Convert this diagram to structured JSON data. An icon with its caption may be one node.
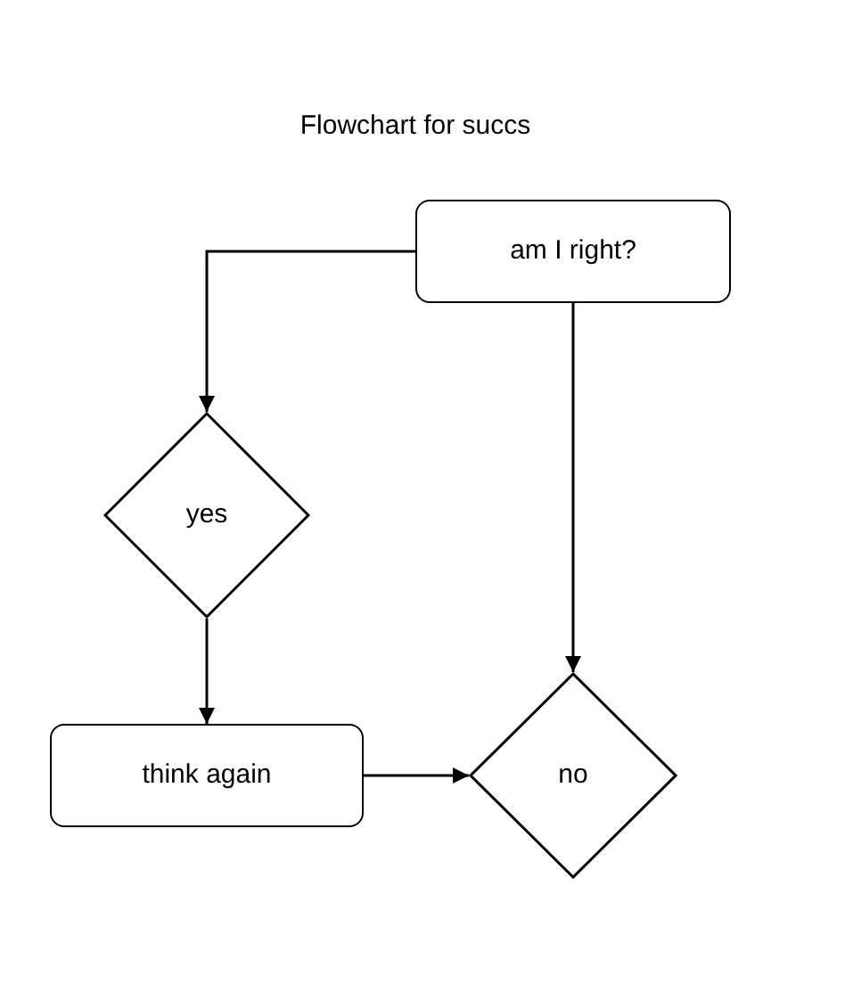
{
  "diagram": {
    "title": "Flowchart for succs",
    "nodes": [
      {
        "text": [
          "am I right?"
        ]
      },
      {
        "text": [
          "yes"
        ]
      },
      {
        "text": [
          "think again"
        ]
      },
      {
        "text": [
          "no"
        ]
      }
    ],
    "edges": [
      {
        "from": 0,
        "to": 1,
        "arrow": "to"
      },
      {
        "from": 0,
        "to": 3,
        "arrow": "to"
      },
      {
        "from": 1,
        "to": 2,
        "arrow": "to"
      },
      {
        "from": 2,
        "to": 3,
        "arrow": "to"
      }
    ]
  }
}
